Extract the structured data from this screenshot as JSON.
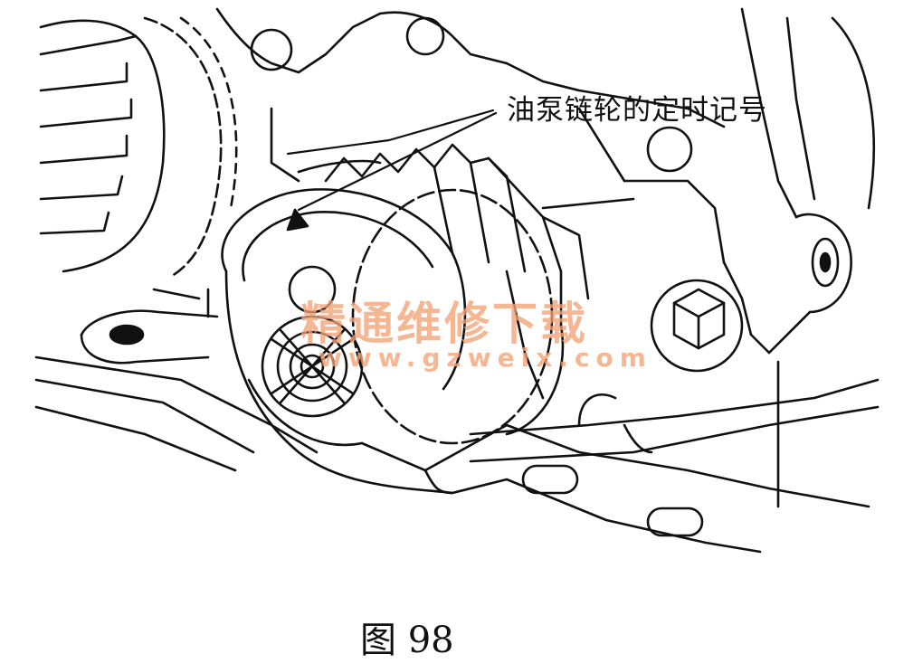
{
  "figure": {
    "callout_label": "油泵链轮的定时记号",
    "caption": "图 98"
  },
  "watermark": {
    "chinese": "精通维修下载",
    "url": "www.gzweix.com",
    "color": "#f2a276"
  }
}
